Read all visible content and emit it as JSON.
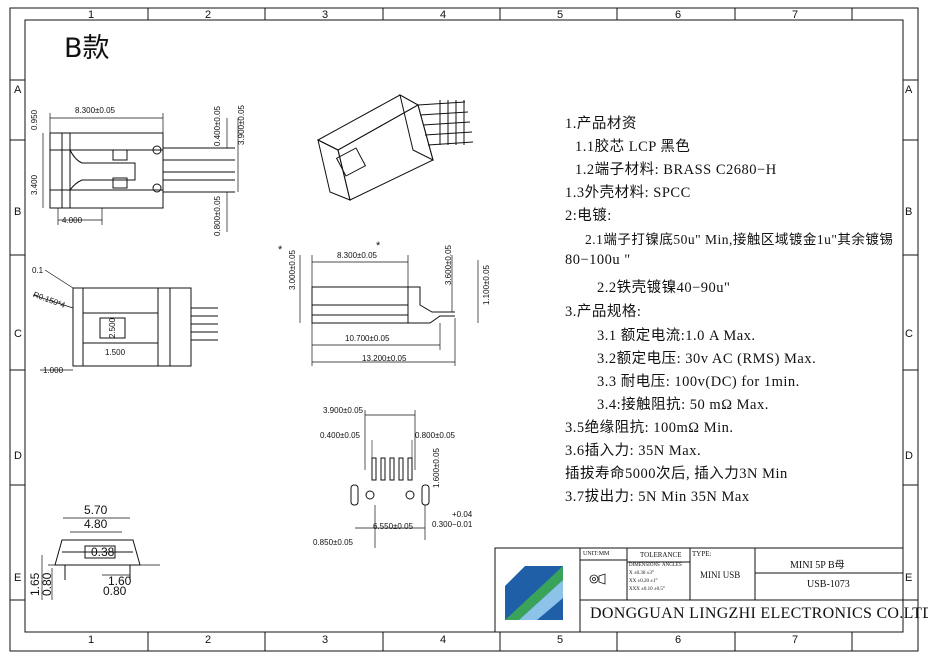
{
  "sheet": {
    "variant_title": "B款",
    "grid_cols": [
      "1",
      "2",
      "3",
      "4",
      "5",
      "6",
      "7"
    ],
    "grid_rows": [
      "A",
      "B",
      "C",
      "D",
      "E"
    ]
  },
  "dims": {
    "top_left": {
      "w": "8.300±0.05",
      "h1": "0.950",
      "h2": "3.400",
      "w2": "4.000"
    },
    "top_right": {
      "a": "0.400±0.05",
      "b": "3.900±0.05",
      "c": "0.800±0.05"
    },
    "mid_left": {
      "r": "R0.150*4",
      "c": "0.1",
      "d1": "2.500",
      "d2": "1.500",
      "d3": "1.000"
    },
    "side": {
      "star": "*",
      "w1": "8.300±0.05",
      "h1": "3.000±0.05",
      "h2": "3.600±0.05",
      "h3": "1.100±0.05",
      "w2": "10.700±0.05",
      "w3": "13.200±0.05"
    },
    "bottom": {
      "a": "3.900±0.05",
      "b": "0.400±0.05",
      "c": "0.800±0.05",
      "d": "1.600±0.05",
      "e": "+0.04",
      "f": "0.300−0.01",
      "g": "6.550±0.05",
      "h": "0.850±0.05"
    },
    "front": {
      "a": "5.70",
      "b": "4.80",
      "c": "0.38",
      "d": "1.65",
      "e": "0.80",
      "f": "1.60",
      "g": "0.80"
    }
  },
  "notes": [
    "1.产品材资",
    "1.1胶芯  LCP      黑色",
    "1.2端子材料: BRASS      C2680−H",
    "1.3外壳材料: SPCC",
    "2:电镀:",
    "2.1端子打镍底50u\" Min,接触区域镀金1u\"其余镀锡",
    "80−100u  \"",
    "2.2铁壳镀镍40−90u\"",
    "3.产品规格:",
    "3.1  额定电流:1.0    A      Max.",
    "3.2额定电压: 30v  AC  (RMS)  Max.",
    "3.3   耐电压: 100v(DC)   for    1min.",
    "3.4:接触阻抗: 50     mΩ  Max.",
    "3.5绝缘阻抗: 100mΩ   Min.",
    "3.6插入力: 35N   Max.",
    "插拔寿命5000次后, 插入力3N  Min",
    "3.7拔出力: 5N   Min   35N   Max"
  ],
  "title_block": {
    "unit": "UNIT:MM",
    "tolerance": "TOLERANCE",
    "type_label": "TYPE:",
    "type_value": "MINI USB",
    "part_name": "MINI 5P B母",
    "part_no": "USB-1073",
    "company": "DONGGUAN LINGZHI ELECTRONICS CO.LTD",
    "tol_rows": [
      "X  ±0.30   ±3°",
      "XX ±0.20   ±1°",
      "XXX ±0.10  ±0.5°"
    ],
    "tol_head": [
      "DIMENSIONS",
      "ANGLES"
    ]
  },
  "colors": {
    "line": "#111111",
    "logo_blue": "#1f5fa8",
    "logo_green": "#3aa35a",
    "logo_light": "#8dc3e8"
  }
}
